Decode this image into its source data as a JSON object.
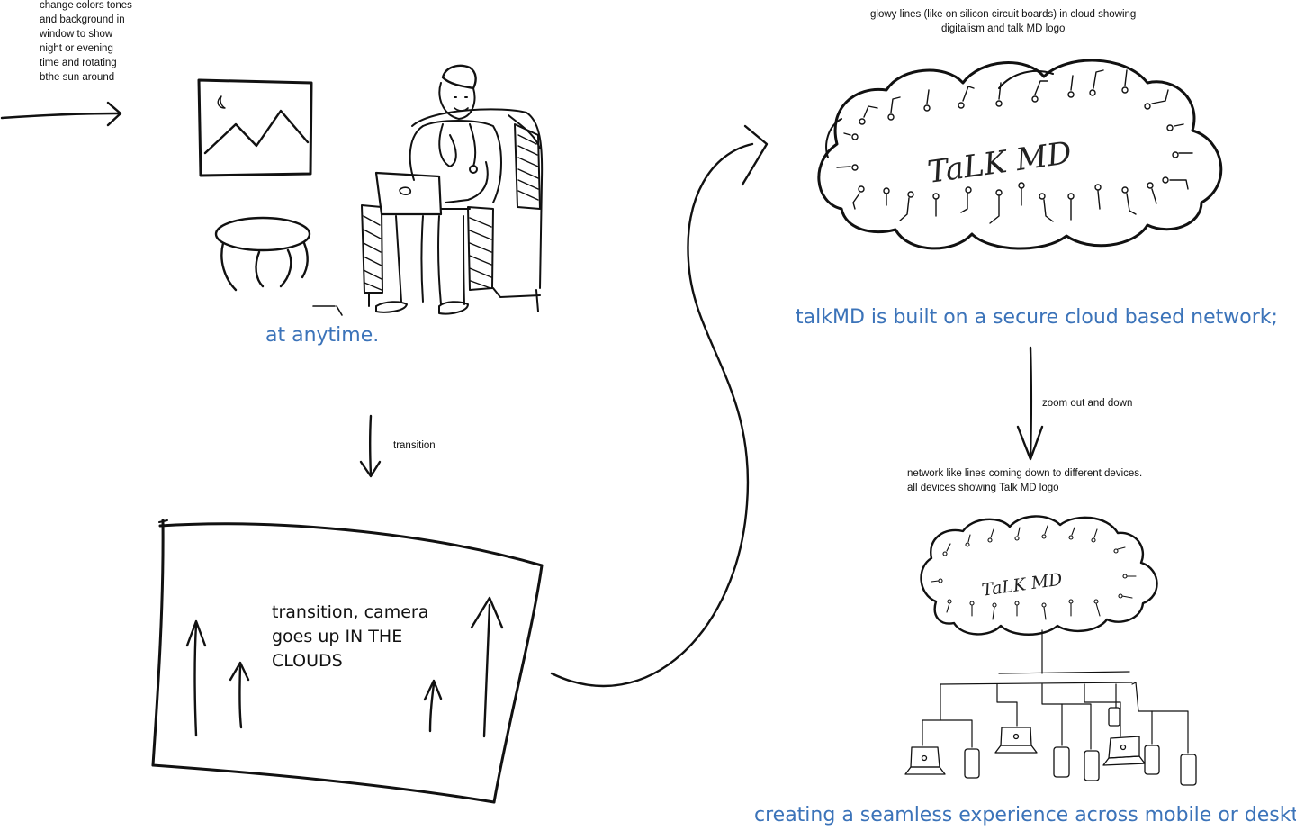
{
  "notes": {
    "window_note": [
      "change colors tones",
      "and background in",
      "window to show",
      "night or evening",
      "time and rotating",
      "bthe sun around"
    ],
    "transition_label": "transition",
    "cloud_note": [
      "glowy lines (like on silicon circuit boards) in cloud showing",
      "digitalism and talk MD logo"
    ],
    "zoom_label": "zoom out and down",
    "network_note": [
      "network like lines coming down to different devices.",
      "all devices showing Talk MD logo"
    ]
  },
  "captions": {
    "anytime": "at anytime.",
    "cloud": "talkMD is built on a secure cloud based network;",
    "seamless": "creating a seamless experience across mobile or desktop."
  },
  "panel": {
    "text": [
      "transition, camera",
      "goes up IN  THE",
      "CLOUDS"
    ]
  },
  "logos": {
    "big": "TaLK  MD",
    "small": "TaLK  MD"
  }
}
